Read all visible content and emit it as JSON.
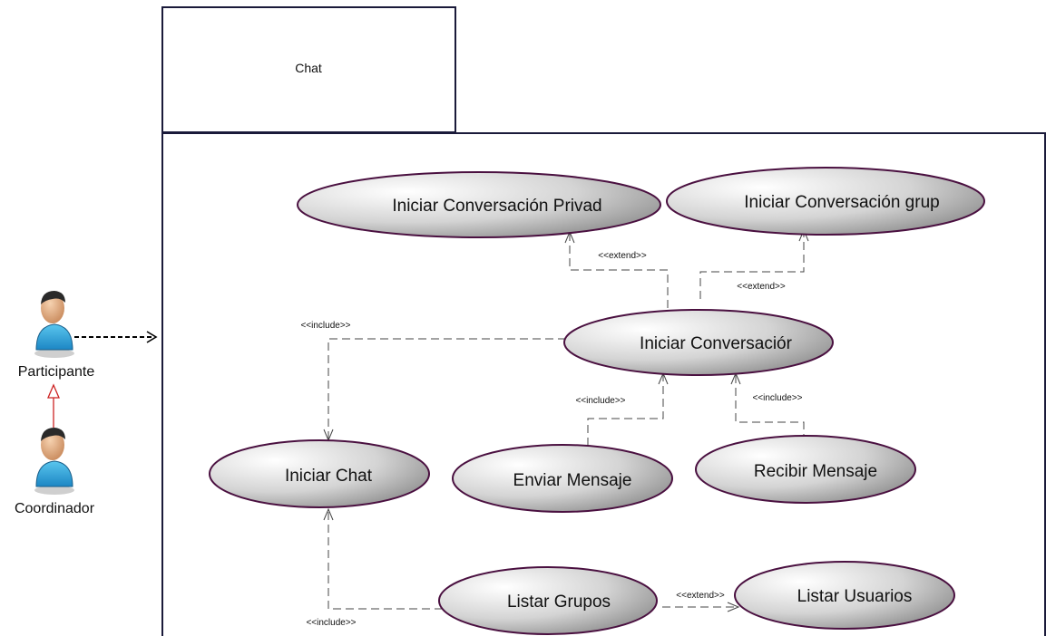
{
  "package": {
    "title": "Chat"
  },
  "actors": [
    {
      "id": "participante",
      "label": "Participante",
      "icon": "user-icon"
    },
    {
      "id": "coordinador",
      "label": "Coordinador",
      "icon": "user-icon"
    }
  ],
  "use_cases": [
    {
      "id": "privada",
      "label": "Iniciar  Conversación Privad"
    },
    {
      "id": "grupo",
      "label": "Iniciar  Conversación grup"
    },
    {
      "id": "conversacion",
      "label": "Iniciar  Conversaciór"
    },
    {
      "id": "chat",
      "label": "Iniciar Chat"
    },
    {
      "id": "enviar",
      "label": "Enviar Mensaje"
    },
    {
      "id": "recibir",
      "label": "Recibir Mensaje"
    },
    {
      "id": "grupos",
      "label": "Listar  Grupos"
    },
    {
      "id": "usuarios",
      "label": "Listar  Usuarios"
    }
  ],
  "relations": [
    {
      "id": "ext-privada",
      "label": "<<extend>>"
    },
    {
      "id": "ext-grupo",
      "label": "<<extend>>"
    },
    {
      "id": "inc-chat",
      "label": "<<include>>"
    },
    {
      "id": "inc-enviar",
      "label": "<<include>>"
    },
    {
      "id": "inc-recibir",
      "label": "<<include>>"
    },
    {
      "id": "ext-usuarios",
      "label": "<<extend>>"
    },
    {
      "id": "inc-grupos",
      "label": "<<include>>"
    }
  ],
  "colors": {
    "ellipse_border": "#4a1040",
    "ellipse_fill_light": "#ffffff",
    "ellipse_fill_dark": "#8e8e8e",
    "frame": "#1a1a3a",
    "generalization": "#cc2222"
  }
}
